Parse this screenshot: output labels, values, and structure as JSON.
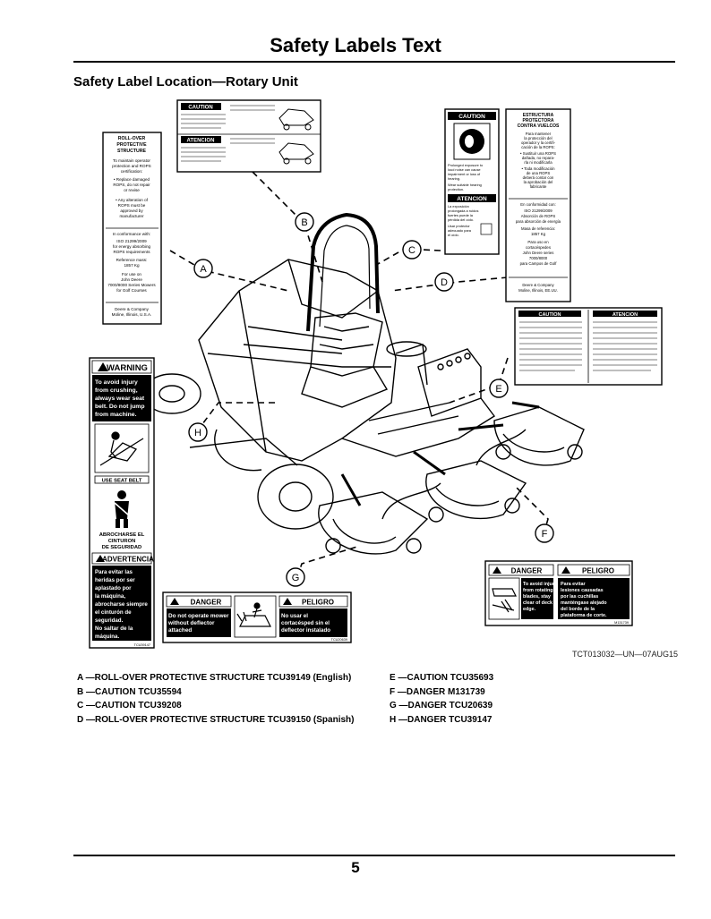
{
  "header": {
    "title": "Safety Labels Text"
  },
  "section": {
    "heading": "Safety Label Location—Rotary Unit"
  },
  "figure": {
    "id_text": "TCT013032—UN—07AUG15",
    "callouts": [
      "A",
      "B",
      "C",
      "D",
      "E",
      "F",
      "G",
      "H"
    ],
    "label_a": {
      "lines": [
        "ROLL-OVER",
        "PROTECTIVE",
        "STRUCTURE",
        "To maintain operator",
        "protection and ROPS",
        "certification:",
        "• Replace damaged",
        "ROPS, do not repair",
        "or revise",
        "• Any alteration of",
        "ROPS must be",
        "approved by",
        "manufacturer",
        "In conformance with:",
        "ISO 21299/2009",
        "for energy absorbing",
        "ROPS requirements",
        "Reference mass:",
        "1857 Kg",
        "For use on",
        "John Deere",
        "7000/8000 Series Mowers",
        "for Golf Courses",
        "Deere & Company",
        "Moline, Illinois, U.S.A."
      ]
    },
    "label_b": {
      "caution": "CAUTION",
      "atencion": "ATENCION"
    },
    "label_c": {
      "caution": "CAUTION",
      "caution_text": [
        "Prolonged exposure to",
        "loud noise can cause",
        "impairment or loss of",
        "hearing.",
        "Wear suitable hearing",
        "protection."
      ],
      "atencion": "ATENCION",
      "atencion_text": [
        "La exposición",
        "prolongada a ruidos",
        "fuertes puede la",
        "pérdida del oído.",
        "Usar protector",
        "adecuado para",
        "el oído."
      ]
    },
    "label_d": {
      "lines": [
        "ESTRUCTURA",
        "PROTECTORA",
        "CONTRA VUELCOS",
        "Para mantener",
        "la protección del",
        "operador y la certifi-",
        "cación de la ROPS:",
        "• Sustituir una ROPS",
        "dañada, no repara-",
        "rla ni modificarla",
        "• Toda modificación",
        "de una ROPS",
        "deberá contar con",
        "la aprobación del",
        "fabricante",
        "En conformidad con:",
        "ISO 21299/2009",
        "Absorción de ROPS",
        "para absorción de energía",
        "Masa de referencia:",
        "1857 Kg",
        "Para uso en",
        "cortacéspedes",
        "John Deere series",
        "7000/8000",
        "para Campos de Golf",
        "Deere & Company",
        "Moline, Illinois, EE.UU."
      ]
    },
    "label_e": {
      "caution": "CAUTION",
      "atencion": "ATENCION"
    },
    "label_h": {
      "warning": "WARNING",
      "warning_lines": [
        "To avoid injury",
        "from crushing,",
        "always wear seat",
        "belt. Do not jump",
        "from machine."
      ],
      "seat_belt": "USE SEAT BELT",
      "abrocharse": [
        "ABROCHARSE EL",
        "CINTURON",
        "DE SEGURIDAD"
      ],
      "advertencia": "ADVERTENCIA",
      "advertencia_lines": [
        "Para evitar las",
        "heridas por ser",
        "aplastado por",
        "la máquina,",
        "abrocharse siempre",
        "el cinturón de",
        "seguridad.",
        "No saltar de la",
        "máquina."
      ],
      "code": "TCU39147"
    },
    "label_g": {
      "danger": "DANGER",
      "danger_text": [
        "Do not operate mower",
        "without deflector",
        "attached"
      ],
      "peligro": "PELIGRO",
      "peligro_text": [
        "No usar el",
        "cortacésped sin el",
        "deflector instalado"
      ],
      "code": "TCU20639"
    },
    "label_f": {
      "danger": "DANGER",
      "danger_text": [
        "To avoid injury",
        "from rotating",
        "blades, stay",
        "clear of deck",
        "edge."
      ],
      "peligro": "PELIGRO",
      "peligro_text": [
        "Para evitar",
        "lesiones causadas",
        "por las cuchillas",
        "manténgase alejado",
        "del borde de la",
        "plataforma de corte."
      ],
      "code": "M131739"
    }
  },
  "legend": {
    "left": [
      "A —ROLL-OVER PROTECTIVE STRUCTURE TCU39149 (English)",
      "B —CAUTION TCU35594",
      "C —CAUTION TCU39208",
      "D —ROLL-OVER PROTECTIVE STRUCTURE TCU39150 (Spanish)"
    ],
    "right": [
      "E —CAUTION TCU35693",
      "F —DANGER M131739",
      "G —DANGER TCU20639",
      "H —DANGER TCU39147"
    ]
  },
  "footer": {
    "page_number": "5"
  }
}
